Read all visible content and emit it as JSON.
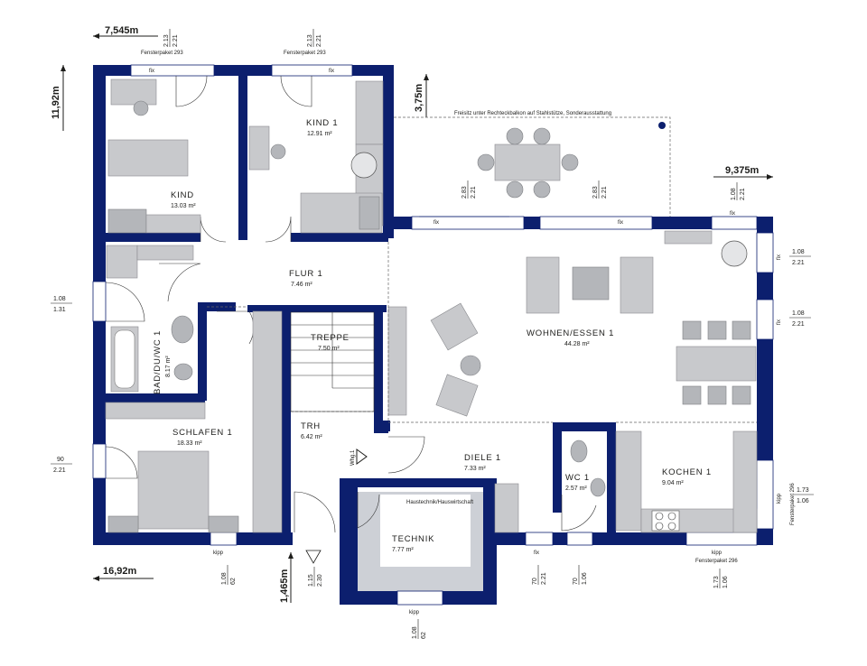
{
  "rooms": {
    "kind": {
      "name": "KIND",
      "area": "13.03 m²"
    },
    "kind1": {
      "name": "KIND 1",
      "area": "12.91 m²"
    },
    "flur": {
      "name": "FLUR 1",
      "area": "7.46 m²"
    },
    "bad": {
      "name": "BAD/DU/WC 1",
      "area": "8.17 m²"
    },
    "schlafen": {
      "name": "SCHLAFEN 1",
      "area": "18.33 m²"
    },
    "treppe": {
      "name": "TREPPE",
      "area": "7.50 m²"
    },
    "trh": {
      "name": "TRH",
      "area": "6.42 m²"
    },
    "technik": {
      "name": "TECHNIK",
      "area": "7.77 m²"
    },
    "diele": {
      "name": "DIELE 1",
      "area": "7.33 m²"
    },
    "wc": {
      "name": "WC 1",
      "area": "2.57 m²"
    },
    "kochen": {
      "name": "KOCHEN 1",
      "area": "9.04 m²"
    },
    "wohnen": {
      "name": "WOHNEN/ESSEN 1",
      "area": "44.28 m²"
    }
  },
  "labels": {
    "hauswirtschaft": "Haustechnik/Hauswirtschaft",
    "balcony_note": "Freisitz unter Rechteckbalkon auf Stahlstütze, Sonderausstattung",
    "whg": "Whg.1",
    "fix": "fix",
    "kipp": "kipp",
    "fensterpaket_293": "Fensterpaket 293",
    "fensterpaket_296": "Fensterpaket 296"
  },
  "dimensions": {
    "d_7545": "7,545m",
    "d_1192": "11,92m",
    "d_375": "3,75m",
    "d_9375": "9,375m",
    "d_1692": "16,92m",
    "d_1465": "1,465m",
    "top_left_a": "2.13",
    "top_left_b": "2.21",
    "top_mid_a": "2.13",
    "top_mid_b": "2.21",
    "balc_l_a": "2.83",
    "balc_l_b": "2.21",
    "balc_r_a": "2.83",
    "balc_r_b": "2.21",
    "right_top_a": "1.08",
    "right_top_b": "2.21",
    "right_1_a": "1.08",
    "right_1_b": "2.21",
    "right_2_a": "1.08",
    "right_2_b": "2.21",
    "right_3_a": "1.73",
    "right_3_b": "1.06",
    "left_1_a": "1.08",
    "left_1_b": "1.31",
    "left_2_a": "90",
    "left_2_b": "2.21",
    "bot_1_a": "1.08",
    "bot_1_b": "62",
    "bot_2_a": "1.15",
    "bot_2_b": "2.30",
    "bot_3_a": "70",
    "bot_3_b": "2.21",
    "bot_4_a": "70",
    "bot_4_b": "1.06",
    "bot_5_a": "1.73",
    "bot_5_b": "1.06",
    "bot_6_a": "1.08",
    "bot_6_b": "62"
  }
}
